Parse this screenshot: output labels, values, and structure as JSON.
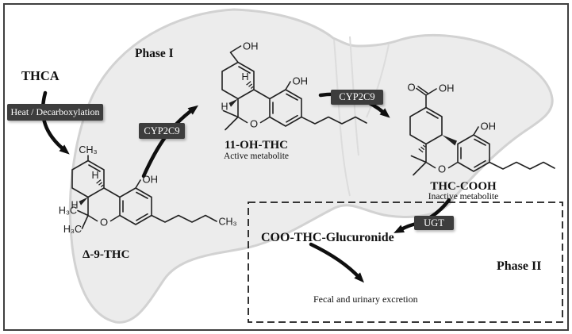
{
  "figure": {
    "phase1_label": "Phase I",
    "phase2_label": "Phase II",
    "precursor_label": "THCA",
    "glucuronide_label": "COO-THC-Glucuronide",
    "excretion_label": "Fecal and urinary excretion"
  },
  "process_boxes": {
    "heat": "Heat / Decarboxylation",
    "cyp2c9_first": "CYP2C9",
    "cyp2c9_second": "CYP2C9",
    "ugt": "UGT"
  },
  "molecules": [
    {
      "id": "delta9-thc",
      "caption": "Δ-9-THC"
    },
    {
      "id": "11-oh-thc",
      "caption": "11-OH-THC",
      "subcaption": "Active metabolite"
    },
    {
      "id": "thc-cooh",
      "caption": "THC-COOH",
      "subcaption": "Inactive metabolite"
    }
  ],
  "atom_labels": {
    "ch3": "CH₃",
    "h3c": "H₃C",
    "oh": "OH",
    "o": "O",
    "h": "H"
  },
  "colors": {
    "box_bg": "#3d3d3d",
    "box_text": "#ffffff",
    "liver_fill": "#ececec",
    "liver_outline": "#d2d2d2",
    "arrow": "#0f0f0f",
    "text": "#111111"
  }
}
